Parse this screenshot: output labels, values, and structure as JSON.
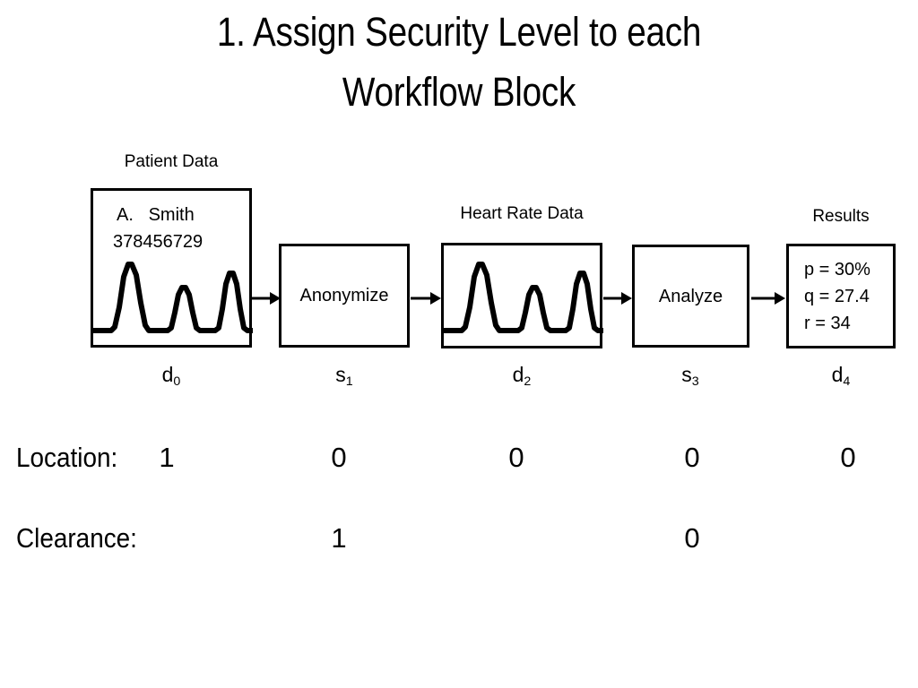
{
  "slide": {
    "title": "1. Assign Security Level to each\nWorkflow Block"
  },
  "diagram": {
    "type": "workflow-pipeline",
    "nodes": [
      {
        "id": "d0",
        "kind": "data",
        "caption": "Patient Data",
        "sub_label": "d",
        "sub_index": "0",
        "text_lines": [
          "A.   Smith",
          "378456729"
        ],
        "has_waveform": true
      },
      {
        "id": "s1",
        "kind": "process",
        "caption": "",
        "sub_label": "s",
        "sub_index": "1",
        "label": "Anonymize",
        "has_waveform": false
      },
      {
        "id": "d2",
        "kind": "data",
        "caption": "Heart Rate Data",
        "sub_label": "d",
        "sub_index": "2",
        "text_lines": [],
        "has_waveform": true
      },
      {
        "id": "s3",
        "kind": "process",
        "caption": "",
        "sub_label": "s",
        "sub_index": "3",
        "label": "Analyze",
        "has_waveform": false
      },
      {
        "id": "d4",
        "kind": "data",
        "caption": "Results",
        "sub_label": "d",
        "sub_index": "4",
        "text_lines": [
          "p = 30%",
          "q = 27.4",
          "r = 34"
        ],
        "has_waveform": false
      }
    ],
    "arrows": [
      "d0-to-s1",
      "s1-to-d2",
      "d2-to-s3",
      "s3-to-d4"
    ]
  },
  "security_table": {
    "rows": [
      {
        "label": "Location:",
        "values": [
          "1",
          "0",
          "0",
          "0",
          "0"
        ]
      },
      {
        "label": "Clearance:",
        "values": [
          "",
          "1",
          "",
          "0",
          ""
        ]
      }
    ]
  },
  "colors": {
    "background": "#ffffff",
    "ink": "#000000"
  }
}
